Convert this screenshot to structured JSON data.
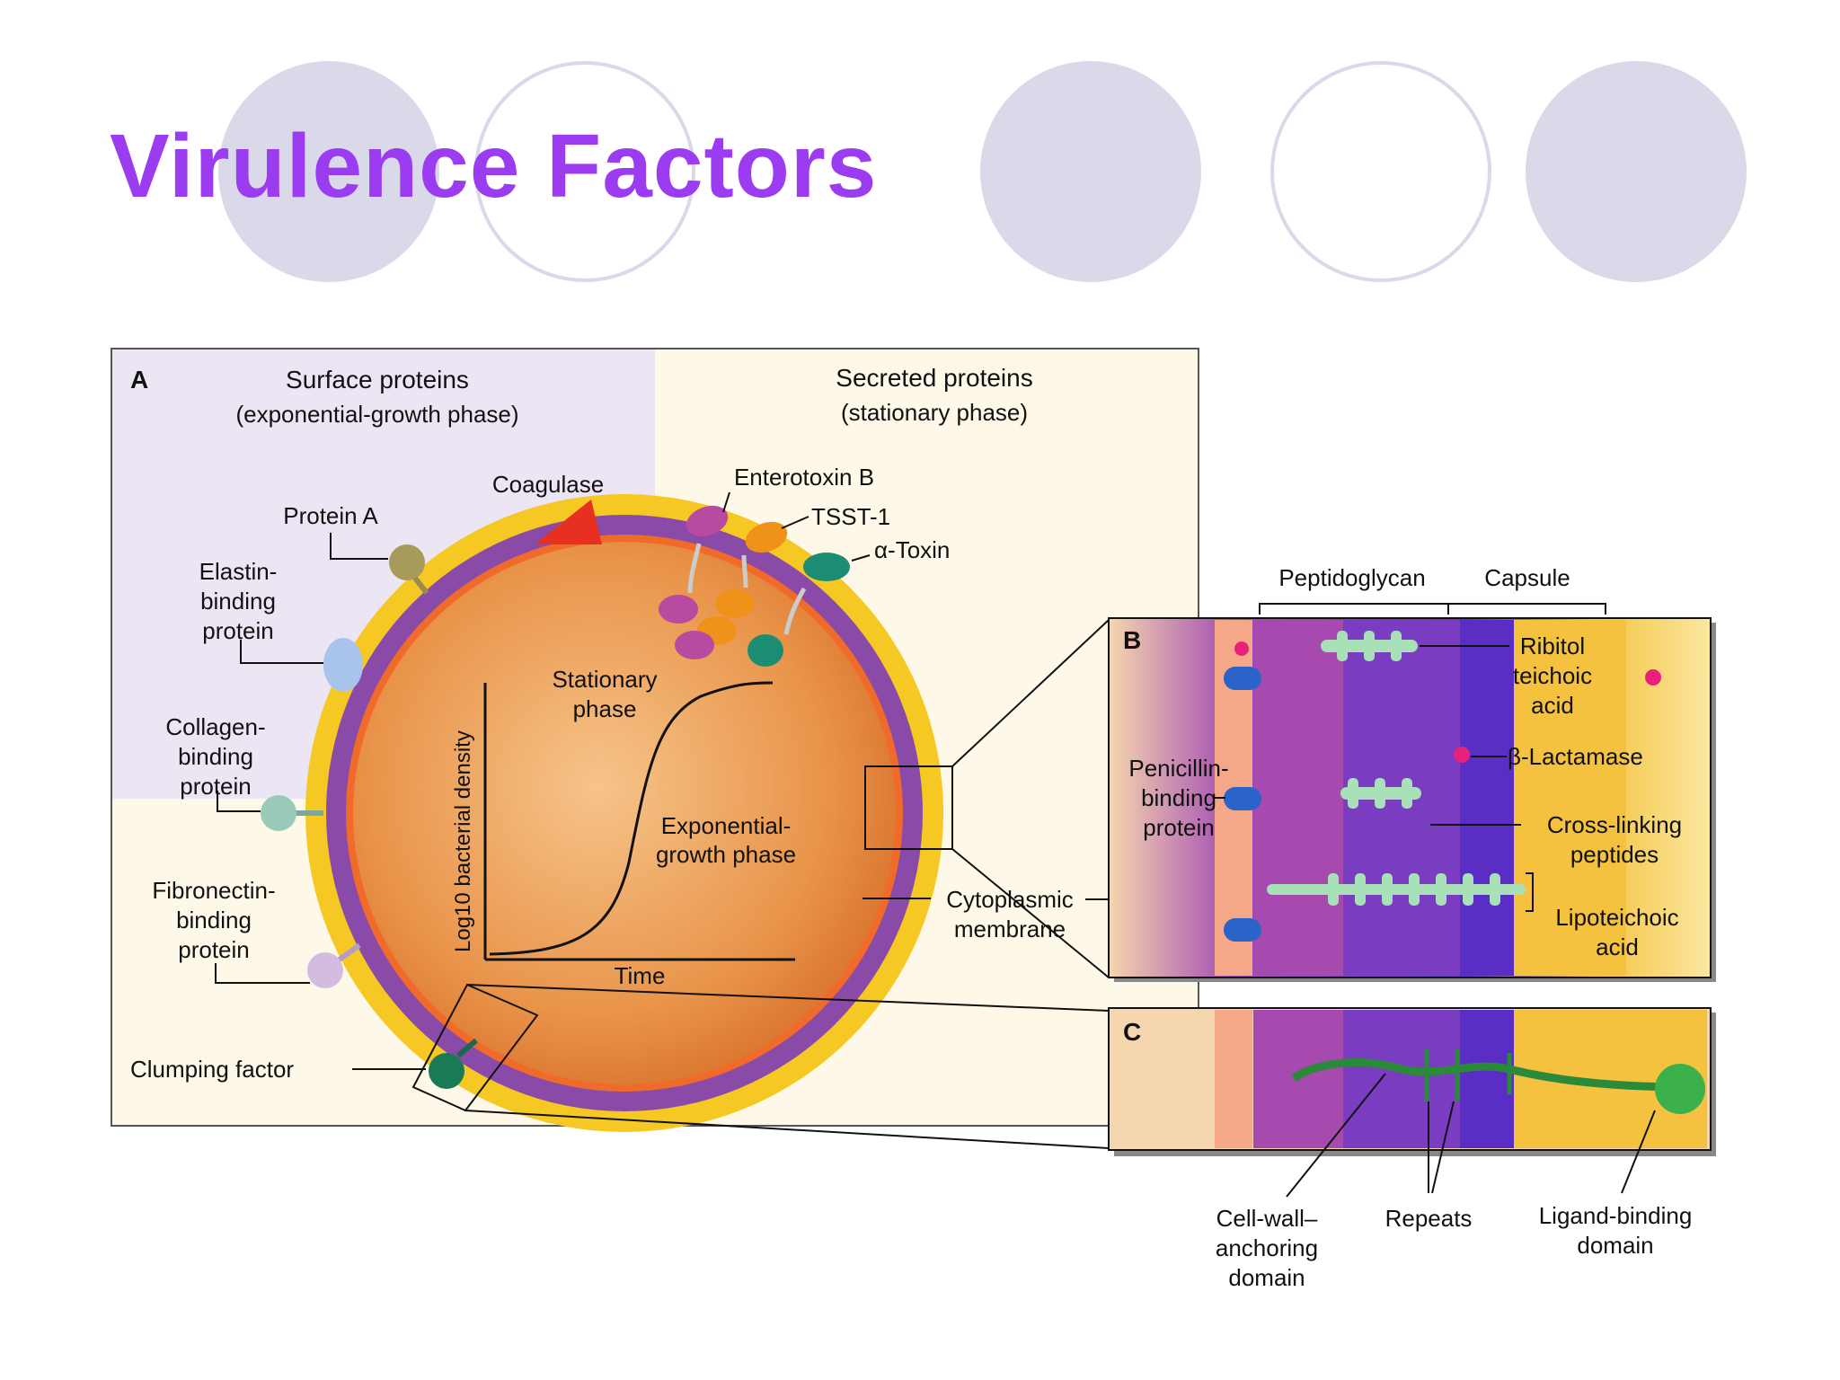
{
  "slide": {
    "title": "Virulence Factors"
  },
  "theme": {
    "title_color": "#9b3cf0",
    "circle_color": "#d9d9ea"
  },
  "panel_a": {
    "letter": "A",
    "surface_heading": [
      "Surface proteins",
      "(exponential-growth phase)"
    ],
    "secreted_heading": [
      "Secreted proteins",
      "(stationary phase)"
    ],
    "labels": {
      "coagulase": "Coagulase",
      "protein_a": "Protein A",
      "elastin": [
        "Elastin-",
        "binding",
        "protein"
      ],
      "collagen": [
        "Collagen-",
        "binding",
        "protein"
      ],
      "fibronectin": [
        "Fibronectin-",
        "binding",
        "protein"
      ],
      "clumping": "Clumping factor",
      "enterotoxin": "Enterotoxin B",
      "tsst": "TSST-1",
      "alpha_toxin": "α-Toxin",
      "cytoplasmic": [
        "Cytoplasmic",
        "membrane"
      ]
    },
    "growth_curve": {
      "ylabel": "Log10 bacterial density",
      "xlabel": "Time",
      "stationary": [
        "Stationary",
        "phase"
      ],
      "exponential": [
        "Exponential-",
        "growth phase"
      ]
    }
  },
  "panel_b": {
    "letter": "B",
    "peptidoglycan": "Peptidoglycan",
    "capsule": "Capsule",
    "ribitol": [
      "Ribitol",
      "teichoic",
      "acid"
    ],
    "beta_lactamase": "β-Lactamase",
    "crosslinking": [
      "Cross-linking",
      "peptides"
    ],
    "lipoteichoic": [
      "Lipoteichoic",
      "acid"
    ],
    "penicillin": [
      "Penicillin-",
      "binding",
      "protein"
    ]
  },
  "panel_c": {
    "letter": "C",
    "cell_wall": [
      "Cell-wall–",
      "anchoring",
      "domain"
    ],
    "repeats": "Repeats",
    "ligand": [
      "Ligand-binding",
      "domain"
    ]
  }
}
